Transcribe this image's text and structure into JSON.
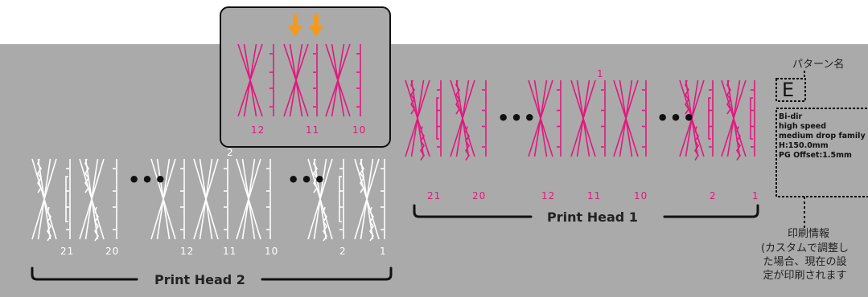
{
  "pattern_name_label": "パターン名",
  "pattern_letter": "E",
  "print_info": [
    "Bi-dir",
    "high speed",
    "medium drop family",
    "H:150.0mm",
    "PG Offset:1.5mm"
  ],
  "print_info_label": "印刷情報",
  "print_info_note": [
    "(カスタムで調整し",
    "た場合、現在の設",
    "定が印刷されます"
  ],
  "head1": {
    "label": "Print Head 1",
    "index": "1",
    "nozzles": [
      "21",
      "20",
      "12",
      "11",
      "10",
      "2",
      "1"
    ],
    "ellipsis": "•••"
  },
  "head2": {
    "label": "Print Head 2",
    "index": "2",
    "nozzles": [
      "21",
      "20",
      "12",
      "11",
      "10",
      "2",
      "1"
    ],
    "ellipsis": "•••"
  },
  "zoom": {
    "nozzles": [
      "12",
      "11",
      "10"
    ]
  },
  "colors": {
    "magenta": "#e0197d",
    "gray": "#aaaaaa",
    "arrow": "#f39a1e"
  }
}
